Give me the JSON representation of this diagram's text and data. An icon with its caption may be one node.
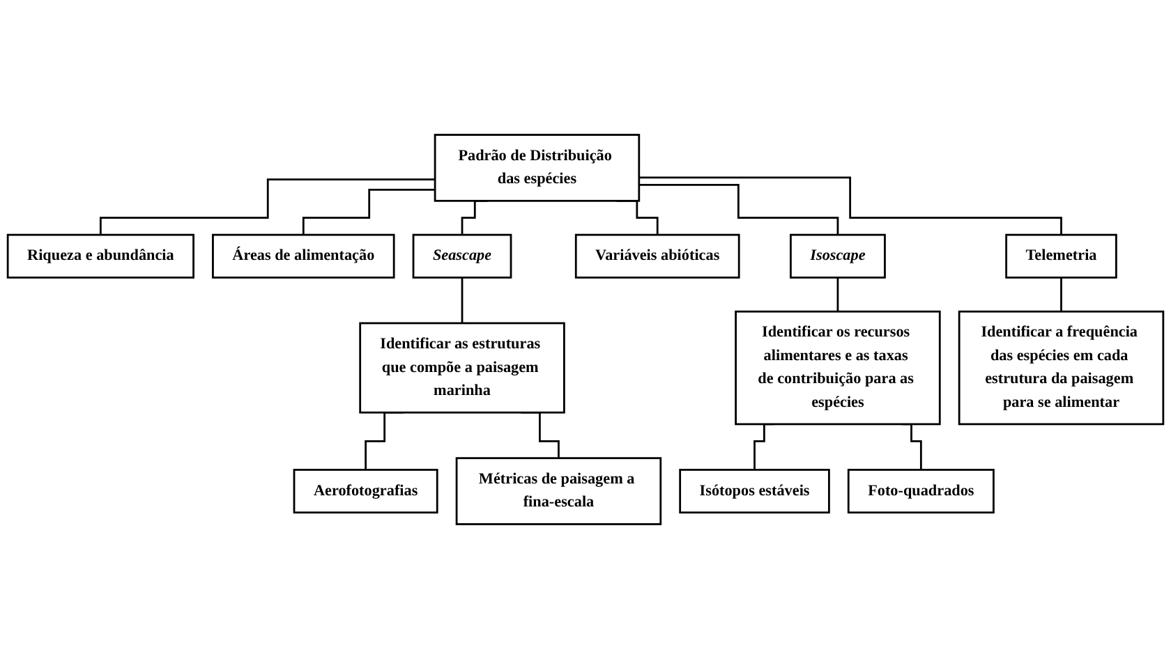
{
  "diagram": {
    "nodes": [
      {
        "text": [
          "Padrão de Distribuição das espécies"
        ]
      },
      {
        "text": [
          "Riqueza e abundância"
        ]
      },
      {
        "text": [
          "Áreas de alimentação"
        ]
      },
      {
        "text": [
          "Seascape"
        ]
      },
      {
        "text": [
          "Variáveis abióticas"
        ]
      },
      {
        "text": [
          "Isoscape"
        ]
      },
      {
        "text": [
          "Telemetria"
        ]
      },
      {
        "text": [
          "Identificar as estruturas que compõe a paisagem marinha"
        ]
      },
      {
        "text": [
          "Identificar os recursos alimentares e as taxas de contribuição para as espécies"
        ]
      },
      {
        "text": [
          "Identificar a frequência das espécies em cada estrutura da paisagem para se alimentar"
        ]
      },
      {
        "text": [
          "Aerofotografias"
        ]
      },
      {
        "text": [
          "Métricas de paisagem a fina-escala"
        ]
      },
      {
        "text": [
          "Isótopos estáveis"
        ]
      },
      {
        "text": [
          "Foto-quadrados"
        ]
      }
    ],
    "edges": [
      {
        "from": 0,
        "to": 1,
        "arrow": "none"
      },
      {
        "from": 0,
        "to": 2,
        "arrow": "none"
      },
      {
        "from": 0,
        "to": 3,
        "arrow": "none"
      },
      {
        "from": 0,
        "to": 4,
        "arrow": "none"
      },
      {
        "from": 0,
        "to": 5,
        "arrow": "none"
      },
      {
        "from": 0,
        "to": 6,
        "arrow": "none"
      },
      {
        "from": 3,
        "to": 7,
        "arrow": "none"
      },
      {
        "from": 5,
        "to": 8,
        "arrow": "none"
      },
      {
        "from": 6,
        "to": 9,
        "arrow": "none"
      },
      {
        "from": 7,
        "to": 10,
        "arrow": "none"
      },
      {
        "from": 7,
        "to": 11,
        "arrow": "none"
      },
      {
        "from": 8,
        "to": 12,
        "arrow": "none"
      },
      {
        "from": 8,
        "to": 13,
        "arrow": "none"
      }
    ]
  }
}
